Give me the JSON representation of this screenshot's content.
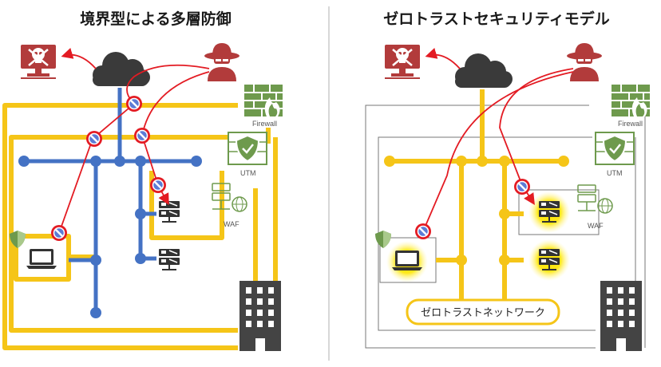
{
  "titles": {
    "left": "境界型による多層防御",
    "right": "ゼロトラストセキュリティモデル"
  },
  "labels": {
    "firewall": "Firewall",
    "utm": "UTM",
    "waf": "WAF",
    "zero_trust_network": "ゼロトラストネットワーク"
  },
  "colors": {
    "line_yellow": "#F5C518",
    "line_blue": "#4472C4",
    "attack_red": "#E31B23",
    "device_green": "#6E9A4D",
    "threat_red": "#B23B3B",
    "cloud_dark": "#3A3A3A",
    "glow": "#FFD700"
  }
}
